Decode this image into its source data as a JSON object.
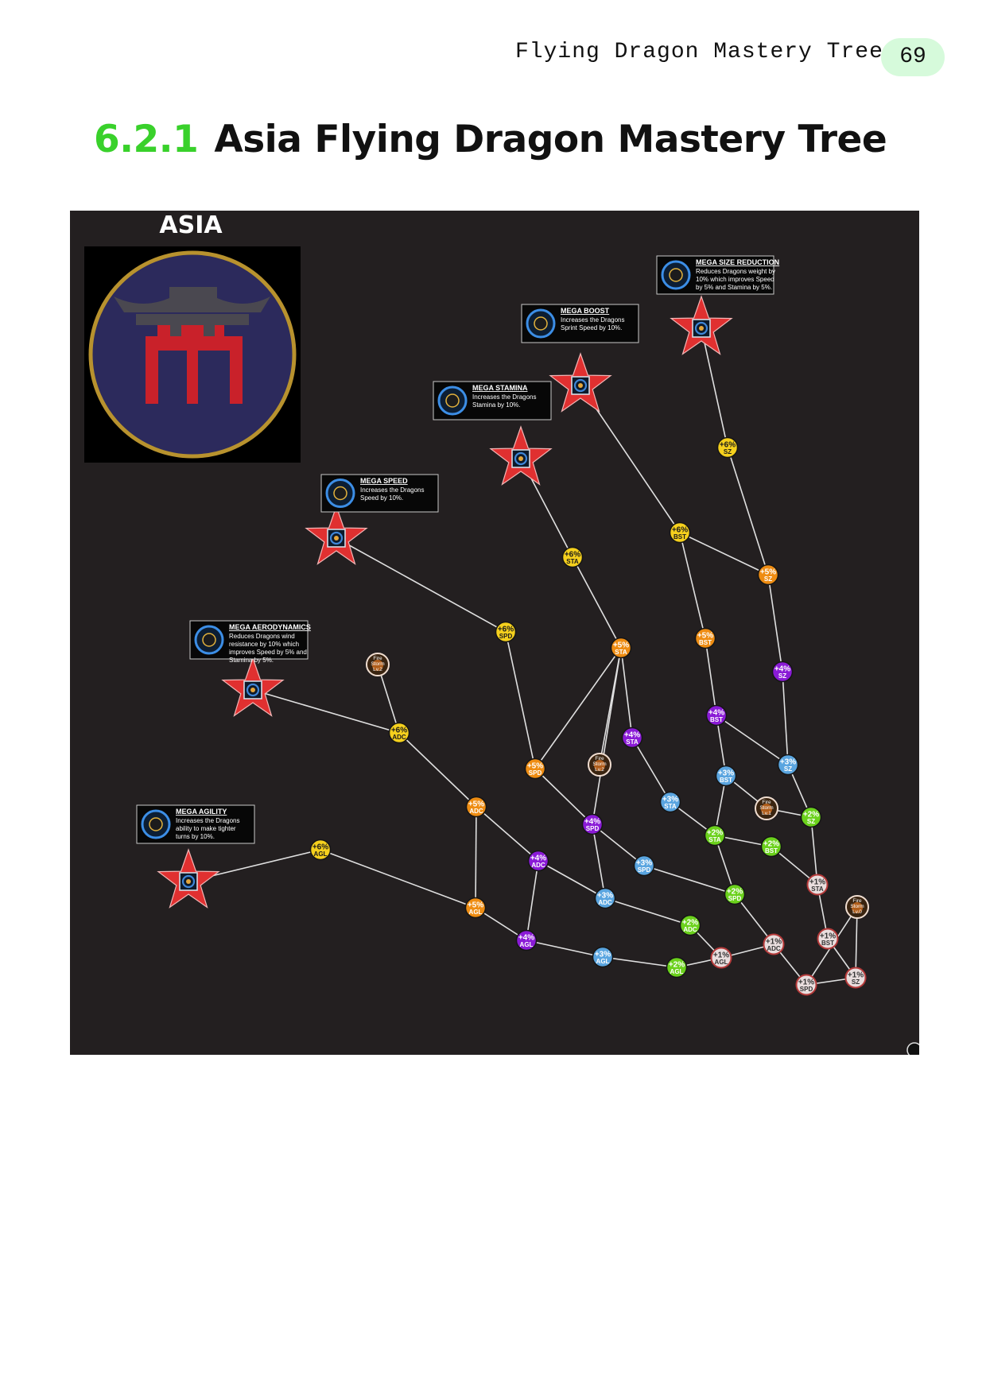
{
  "header": {
    "running_title": "Flying Dragon Mastery Tree",
    "page_number": "69"
  },
  "section": {
    "number": "6.2.1",
    "title": "Asia Flying Dragon Mastery Tree"
  },
  "figure": {
    "region_label": "ASIA",
    "region_emblem": "torii-gate-emblem",
    "colors": {
      "background": "#231f20",
      "tier_6": "#f5d01d",
      "tier_5": "#ee8c12",
      "tier_4": "#8a1ad6",
      "tier_3": "#5aa5e0",
      "tier_2": "#6bd11c",
      "tier_1": "#e9dede",
      "star": "#e03030",
      "connector": "#e0e0e0"
    },
    "mega_skills": [
      {
        "id": "mega-size-reduction",
        "title": "MEGA SIZE REDUCTION",
        "lines": [
          "Reduces Dragons weight by",
          "10% which improves Speed",
          "by 5% and Stamina by 5%."
        ]
      },
      {
        "id": "mega-boost",
        "title": "MEGA BOOST",
        "lines": [
          "Increases the Dragons",
          "Sprint Speed by 10%."
        ]
      },
      {
        "id": "mega-stamina",
        "title": "MEGA STAMINA",
        "lines": [
          "Increases the Dragons",
          "Stamina by 10%."
        ]
      },
      {
        "id": "mega-speed",
        "title": "MEGA SPEED",
        "lines": [
          "Increases the Dragons",
          "Speed by 10%."
        ]
      },
      {
        "id": "mega-aerodynamics",
        "title": "MEGA AERODYNAMICS",
        "lines": [
          "Reduces Dragons wind",
          "resistance by 10% which",
          "improves Speed by 5% and",
          "Stamina by 5%."
        ]
      },
      {
        "id": "mega-agility",
        "title": "MEGA AGILITY",
        "lines": [
          "Increases the Dragons",
          "ability to make tighter",
          "turns by 10%."
        ]
      }
    ],
    "nodes": [
      {
        "id": "sz6",
        "value": "+6%",
        "stat": "SZ",
        "tier": 6
      },
      {
        "id": "bst6",
        "value": "+6%",
        "stat": "BST",
        "tier": 6
      },
      {
        "id": "sta6",
        "value": "+6%",
        "stat": "STA",
        "tier": 6
      },
      {
        "id": "spd6",
        "value": "+6%",
        "stat": "SPD",
        "tier": 6
      },
      {
        "id": "adc6",
        "value": "+6%",
        "stat": "ADC",
        "tier": 6
      },
      {
        "id": "agl6",
        "value": "+6%",
        "stat": "AGL",
        "tier": 6
      },
      {
        "id": "sz5",
        "value": "+5%",
        "stat": "SZ",
        "tier": 5
      },
      {
        "id": "sta5",
        "value": "+5%",
        "stat": "STA",
        "tier": 5
      },
      {
        "id": "bst5",
        "value": "+5%",
        "stat": "BST",
        "tier": 5
      },
      {
        "id": "spd5",
        "value": "+5%",
        "stat": "SPD",
        "tier": 5
      },
      {
        "id": "adc5",
        "value": "+5%",
        "stat": "ADC",
        "tier": 5
      },
      {
        "id": "agl5",
        "value": "+5%",
        "stat": "AGL",
        "tier": 5
      },
      {
        "id": "sz4",
        "value": "+4%",
        "stat": "SZ",
        "tier": 4
      },
      {
        "id": "bst4",
        "value": "+4%",
        "stat": "BST",
        "tier": 4
      },
      {
        "id": "sta4",
        "value": "+4%",
        "stat": "STA",
        "tier": 4
      },
      {
        "id": "spd4",
        "value": "+4%",
        "stat": "SPD",
        "tier": 4
      },
      {
        "id": "adc4",
        "value": "+4%",
        "stat": "ADC",
        "tier": 4
      },
      {
        "id": "agl4",
        "value": "+4%",
        "stat": "AGL",
        "tier": 4
      },
      {
        "id": "sz3",
        "value": "+3%",
        "stat": "SZ",
        "tier": 3
      },
      {
        "id": "bst3",
        "value": "+3%",
        "stat": "BST",
        "tier": 3
      },
      {
        "id": "sta3",
        "value": "+3%",
        "stat": "STA",
        "tier": 3
      },
      {
        "id": "spd3",
        "value": "+3%",
        "stat": "SPD",
        "tier": 3
      },
      {
        "id": "adc3",
        "value": "+3%",
        "stat": "ADC",
        "tier": 3
      },
      {
        "id": "agl3",
        "value": "+3%",
        "stat": "AGL",
        "tier": 3
      },
      {
        "id": "sz2",
        "value": "+2%",
        "stat": "SZ",
        "tier": 2
      },
      {
        "id": "sta2",
        "value": "+2%",
        "stat": "STA",
        "tier": 2
      },
      {
        "id": "bst2",
        "value": "+2%",
        "stat": "BST",
        "tier": 2
      },
      {
        "id": "spd2",
        "value": "+2%",
        "stat": "SPD",
        "tier": 2
      },
      {
        "id": "adc2",
        "value": "+2%",
        "stat": "ADC",
        "tier": 2
      },
      {
        "id": "agl2",
        "value": "+2%",
        "stat": "AGL",
        "tier": 2
      },
      {
        "id": "sta1",
        "value": "+1%",
        "stat": "STA",
        "tier": 1
      },
      {
        "id": "bst1",
        "value": "+1%",
        "stat": "BST",
        "tier": 1
      },
      {
        "id": "adc1",
        "value": "+1%",
        "stat": "ADC",
        "tier": 1
      },
      {
        "id": "agl1",
        "value": "+1%",
        "stat": "AGL",
        "tier": 1
      },
      {
        "id": "sz1",
        "value": "+1%",
        "stat": "SZ",
        "tier": 1
      },
      {
        "id": "spd1",
        "value": "+1%",
        "stat": "SPD",
        "tier": 1
      }
    ],
    "fire_storm_nodes": [
      {
        "id": "fs1",
        "lines": [
          "Fire",
          "Storm",
          "Lv.2"
        ]
      },
      {
        "id": "fs2",
        "lines": [
          "Fire",
          "Storm",
          "Lv.2"
        ]
      },
      {
        "id": "fs3",
        "lines": [
          "Fire",
          "Storm",
          "Lv.1"
        ]
      },
      {
        "id": "fs4",
        "lines": [
          "Fire",
          "Storm",
          "Lv.0"
        ]
      }
    ]
  }
}
